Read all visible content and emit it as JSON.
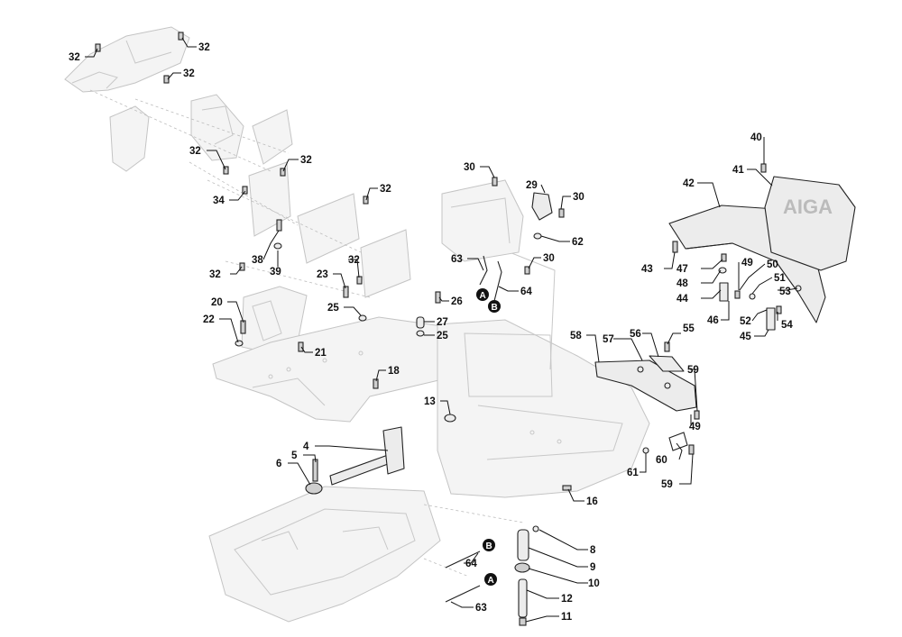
{
  "diagram": {
    "callouts": [
      {
        "id": "c32a",
        "label": "32"
      },
      {
        "id": "c32b",
        "label": "32"
      },
      {
        "id": "c32c",
        "label": "32"
      },
      {
        "id": "c32d",
        "label": "32"
      },
      {
        "id": "c32e",
        "label": "32"
      },
      {
        "id": "c32f",
        "label": "32"
      },
      {
        "id": "c32g",
        "label": "32"
      },
      {
        "id": "c32h",
        "label": "32"
      },
      {
        "id": "c34",
        "label": "34"
      },
      {
        "id": "c38",
        "label": "38"
      },
      {
        "id": "c39",
        "label": "39"
      },
      {
        "id": "c23",
        "label": "23"
      },
      {
        "id": "c20",
        "label": "20"
      },
      {
        "id": "c22",
        "label": "22"
      },
      {
        "id": "c21",
        "label": "21"
      },
      {
        "id": "c25a",
        "label": "25"
      },
      {
        "id": "c25b",
        "label": "25"
      },
      {
        "id": "c26",
        "label": "26"
      },
      {
        "id": "c27",
        "label": "27"
      },
      {
        "id": "c18",
        "label": "18"
      },
      {
        "id": "c13",
        "label": "13"
      },
      {
        "id": "c4",
        "label": "4"
      },
      {
        "id": "c5",
        "label": "5"
      },
      {
        "id": "c6",
        "label": "6"
      },
      {
        "id": "c30a",
        "label": "30"
      },
      {
        "id": "c29",
        "label": "29"
      },
      {
        "id": "c30b",
        "label": "30"
      },
      {
        "id": "c62",
        "label": "62"
      },
      {
        "id": "c63a",
        "label": "63"
      },
      {
        "id": "c30c",
        "label": "30"
      },
      {
        "id": "c64a",
        "label": "64"
      },
      {
        "id": "c58",
        "label": "58"
      },
      {
        "id": "c57",
        "label": "57"
      },
      {
        "id": "c56",
        "label": "56"
      },
      {
        "id": "c55",
        "label": "55"
      },
      {
        "id": "c59a",
        "label": "59"
      },
      {
        "id": "c49a",
        "label": "49"
      },
      {
        "id": "c60",
        "label": "60"
      },
      {
        "id": "c61",
        "label": "61"
      },
      {
        "id": "c59b",
        "label": "59"
      },
      {
        "id": "c16",
        "label": "16"
      },
      {
        "id": "c40",
        "label": "40"
      },
      {
        "id": "c41",
        "label": "41"
      },
      {
        "id": "c42",
        "label": "42"
      },
      {
        "id": "c43",
        "label": "43"
      },
      {
        "id": "c47",
        "label": "47"
      },
      {
        "id": "c48",
        "label": "48"
      },
      {
        "id": "c44",
        "label": "44"
      },
      {
        "id": "c49b",
        "label": "49"
      },
      {
        "id": "c50",
        "label": "50"
      },
      {
        "id": "c51",
        "label": "51"
      },
      {
        "id": "c53",
        "label": "53"
      },
      {
        "id": "c46",
        "label": "46"
      },
      {
        "id": "c52",
        "label": "52"
      },
      {
        "id": "c54",
        "label": "54"
      },
      {
        "id": "c45",
        "label": "45"
      },
      {
        "id": "c8",
        "label": "8"
      },
      {
        "id": "c9",
        "label": "9"
      },
      {
        "id": "c10",
        "label": "10"
      },
      {
        "id": "c12",
        "label": "12"
      },
      {
        "id": "c11",
        "label": "11"
      },
      {
        "id": "c64b",
        "label": "64"
      },
      {
        "id": "c63b",
        "label": "63"
      }
    ],
    "markers": [
      {
        "id": "mA1",
        "label": "A"
      },
      {
        "id": "mB1",
        "label": "B"
      },
      {
        "id": "mB2",
        "label": "B"
      },
      {
        "id": "mA2",
        "label": "A"
      }
    ],
    "brand_mark": "AIGA"
  }
}
